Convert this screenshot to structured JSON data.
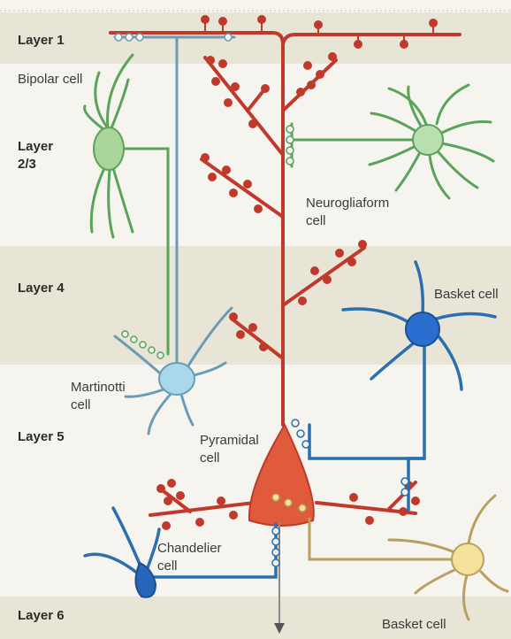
{
  "layers": {
    "layer1": "Layer 1",
    "layer23_line1": "Layer",
    "layer23_line2": "2/3",
    "layer4": "Layer 4",
    "layer5": "Layer 5",
    "layer6": "Layer 6"
  },
  "cells": {
    "bipolar": "Bipolar cell",
    "neurogliaform_line1": "Neurogliaform",
    "neurogliaform_line2": "cell",
    "basket_top": "Basket cell",
    "martinotti_line1": "Martinotti",
    "martinotti_line2": "cell",
    "pyramidal_line1": "Pyramidal",
    "pyramidal_line2": "cell",
    "chandelier_line1": "Chandelier",
    "chandelier_line2": "cell",
    "basket_bottom": "Basket cell"
  },
  "colors": {
    "background": "#f6f4ee",
    "band": "#e8e4d6",
    "pyramidal": "#c0392b",
    "pyramidal_soma": "#e05a3c",
    "bipolar": "#5aa35a",
    "bipolar_soma": "#a9d49a",
    "martinotti": "#6a9db5",
    "martinotti_soma": "#a9d8ec",
    "neurogliaform": "#5aa35a",
    "neurogliaform_soma": "#b9dfb0",
    "basket_top": "#2a6fae",
    "basket_top_soma": "#2a6fd0",
    "chandelier": "#2a6fae",
    "chandelier_soma": "#2566b8",
    "basket_bottom": "#b8a060",
    "basket_bottom_soma": "#f5e29a"
  }
}
